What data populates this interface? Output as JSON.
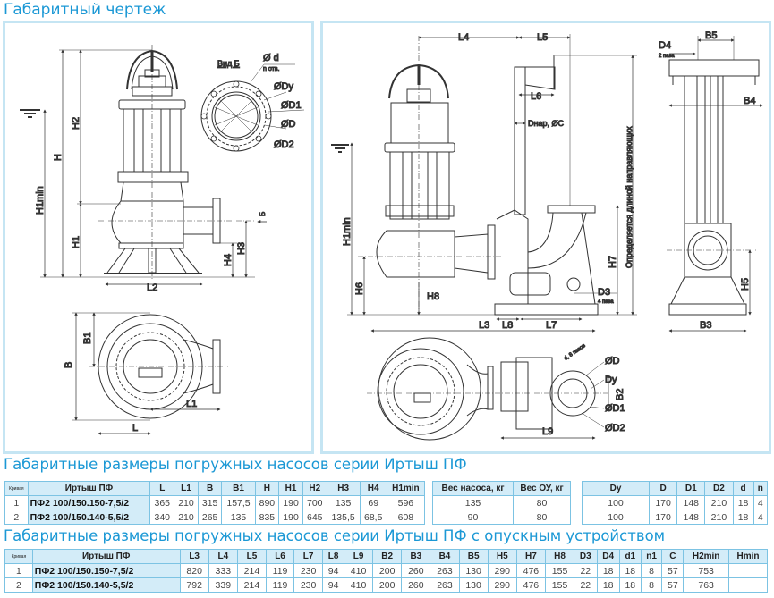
{
  "titles": {
    "drawing": "Габаритный чертеж",
    "table1": "Габаритные  размеры погружных насосов серии Иртыш ПФ",
    "table2": "Габаритные  размеры погружных насосов серии Иртыш ПФ с опускным устройством"
  },
  "drawing": {
    "left": {
      "view_label": "Вид Б",
      "d": "Ø d",
      "holes": "n отв.",
      "dy": "ØDy",
      "d1": "ØD1",
      "dd": "ØD",
      "d2": "ØD2",
      "H": "H",
      "H2": "H2",
      "H1min": "H1min",
      "H1": "H1",
      "H3": "H3",
      "H4": "H4",
      "L2": "L2",
      "B_arrow": "Б",
      "B": "B",
      "B1": "B1",
      "L": "L",
      "L1": "L1"
    },
    "right": {
      "L4": "L4",
      "L5": "L5",
      "L6": "L6",
      "Dnap": "Dнар, ØC",
      "D4": "D4",
      "D4_note": "2 паза",
      "B5": "B5",
      "B4": "B4",
      "guide_note": "Определяется длиной направляющих",
      "H1min": "H1min",
      "H6": "H6",
      "H8": "H8",
      "H7": "H7",
      "D3": "D3",
      "D3_note": "4 паза",
      "L3": "L3",
      "L8": "L8",
      "L7": "L7",
      "H5": "H5",
      "B3": "B3",
      "L9": "L9",
      "B2": "B2",
      "D": "ØD",
      "Dy": "Dy",
      "D1": "ØD1",
      "D2": "ØD2",
      "d_note": "d, 8 пазов"
    }
  },
  "table1": {
    "headers": [
      "Кривая",
      "Иртыш ПФ",
      "L",
      "L1",
      "B",
      "B1",
      "H",
      "H1",
      "H2",
      "H3",
      "H4",
      "H1min"
    ],
    "rows": [
      [
        "1",
        "ПФ2 100/150.150-7,5/2",
        "365",
        "210",
        "315",
        "157,5",
        "890",
        "190",
        "700",
        "135",
        "69",
        "596"
      ],
      [
        "2",
        "ПФ2 100/150.140-5,5/2",
        "340",
        "210",
        "265",
        "135",
        "835",
        "190",
        "645",
        "135,5",
        "68,5",
        "608"
      ]
    ]
  },
  "weights": {
    "headers": [
      "Вес насоса, кг",
      "Вес ОУ, кг"
    ],
    "rows": [
      [
        "135",
        "80"
      ],
      [
        "90",
        "80"
      ]
    ]
  },
  "flange": {
    "headers": [
      "Dy",
      "D",
      "D1",
      "D2",
      "d",
      "n"
    ],
    "rows": [
      [
        "100",
        "170",
        "148",
        "210",
        "18",
        "4"
      ],
      [
        "100",
        "170",
        "148",
        "210",
        "18",
        "4"
      ]
    ]
  },
  "table2": {
    "headers": [
      "Кривая",
      "Иртыш ПФ",
      "L3",
      "L4",
      "L5",
      "L6",
      "L7",
      "L8",
      "L9",
      "B2",
      "B3",
      "B4",
      "B5",
      "H5",
      "H7",
      "H8",
      "D3",
      "D4",
      "d1",
      "n1",
      "C",
      "H2min",
      "Hmin"
    ],
    "rows": [
      [
        "1",
        "ПФ2 100/150.150-7,5/2",
        "820",
        "333",
        "214",
        "119",
        "230",
        "94",
        "410",
        "200",
        "260",
        "263",
        "130",
        "290",
        "476",
        "155",
        "22",
        "18",
        "18",
        "8",
        "57",
        "753",
        ""
      ],
      [
        "2",
        "ПФ2 100/150.140-5,5/2",
        "792",
        "339",
        "214",
        "119",
        "230",
        "94",
        "410",
        "200",
        "260",
        "263",
        "130",
        "290",
        "476",
        "155",
        "22",
        "18",
        "18",
        "8",
        "57",
        "763",
        ""
      ]
    ]
  }
}
